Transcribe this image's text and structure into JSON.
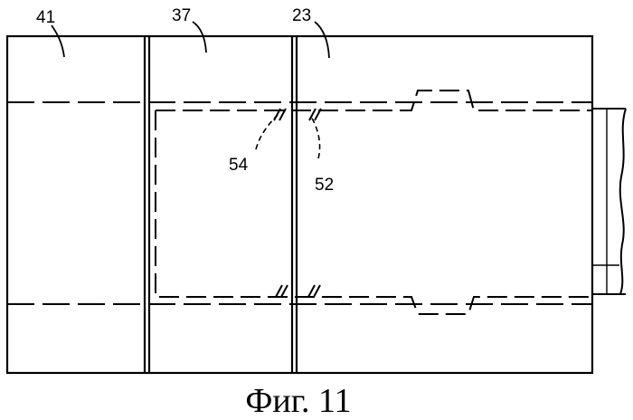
{
  "figure": {
    "caption": "Фиг. 11",
    "line_color": "#000000",
    "background_color": "#ffffff",
    "reference_numerals": [
      "41",
      "37",
      "23",
      "54",
      "52"
    ]
  }
}
